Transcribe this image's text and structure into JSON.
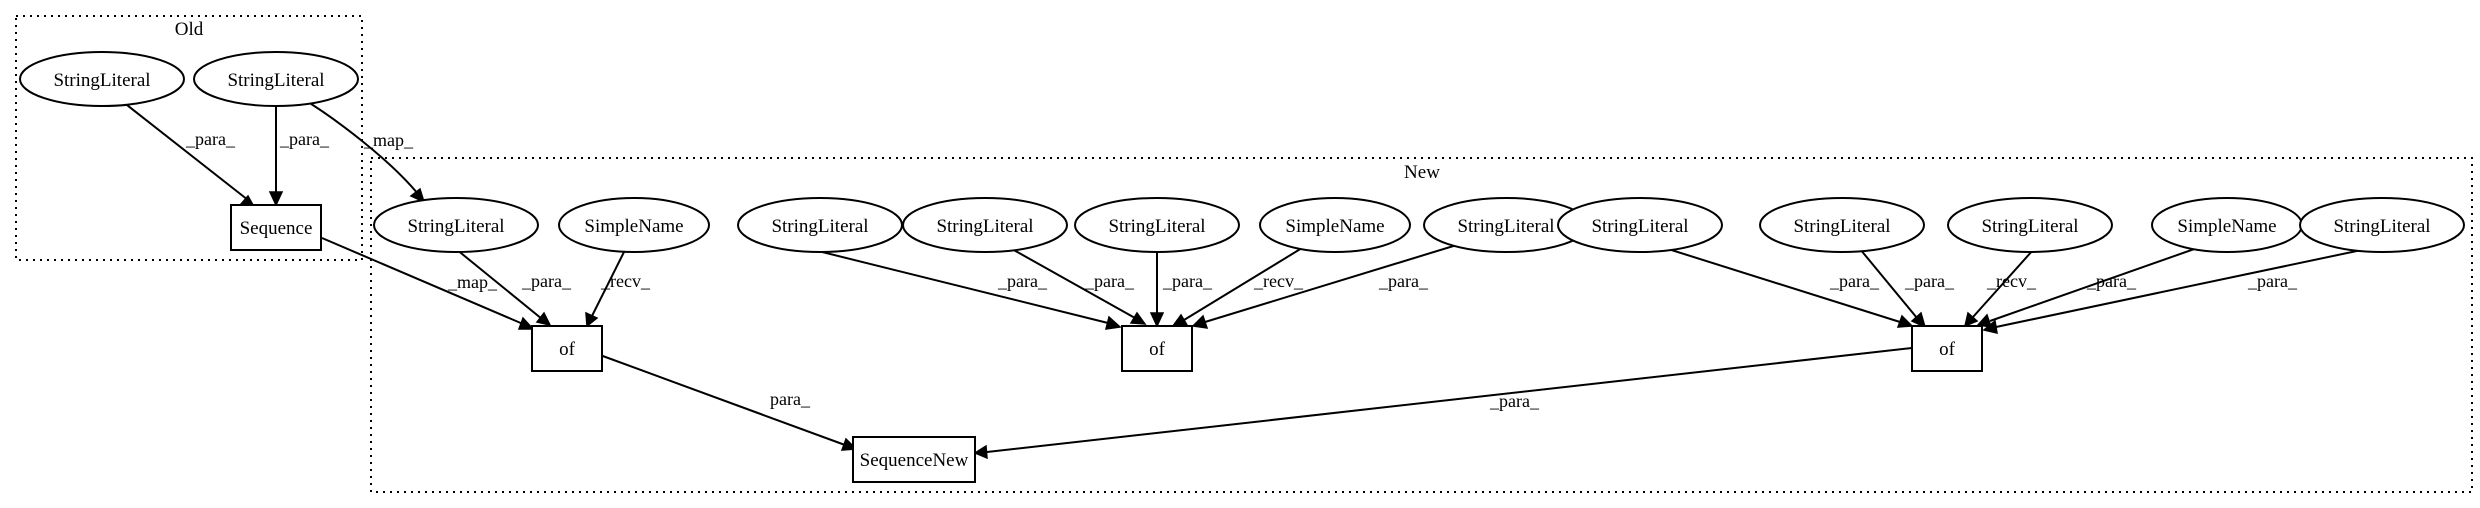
{
  "clusters": {
    "old": {
      "label": "Old"
    },
    "new": {
      "label": "New"
    }
  },
  "nodes": {
    "old_sl1": "StringLiteral",
    "old_sl2": "StringLiteral",
    "old_seq": "Sequence",
    "new_sl1": "StringLiteral",
    "new_sn1": "SimpleName",
    "new_of1": "of",
    "new_sl2": "StringLiteral",
    "new_sl3": "StringLiteral",
    "new_sl4": "StringLiteral",
    "new_sn2": "SimpleName",
    "new_sl5": "StringLiteral",
    "new_of2": "of",
    "new_sl6": "StringLiteral",
    "new_sl7": "StringLiteral",
    "new_sl8": "StringLiteral",
    "new_sn3": "SimpleName",
    "new_sl9": "StringLiteral",
    "new_of3": "of",
    "new_seqnew": "SequenceNew"
  },
  "edges": {
    "e1": "_para_",
    "e2": "_para_",
    "e3": "_map_",
    "e4": "_map_",
    "e5": "_para_",
    "e6": "_recv_",
    "e7": "_para_",
    "e8": "_para_",
    "e9": "_para_",
    "e10": "_recv_",
    "e11": "_para_",
    "e12": "para_",
    "e13": "_para_",
    "e14": "_para_",
    "e15": "_recv_",
    "e16": "_para_",
    "e17": "_para_",
    "e18": "_para_"
  }
}
